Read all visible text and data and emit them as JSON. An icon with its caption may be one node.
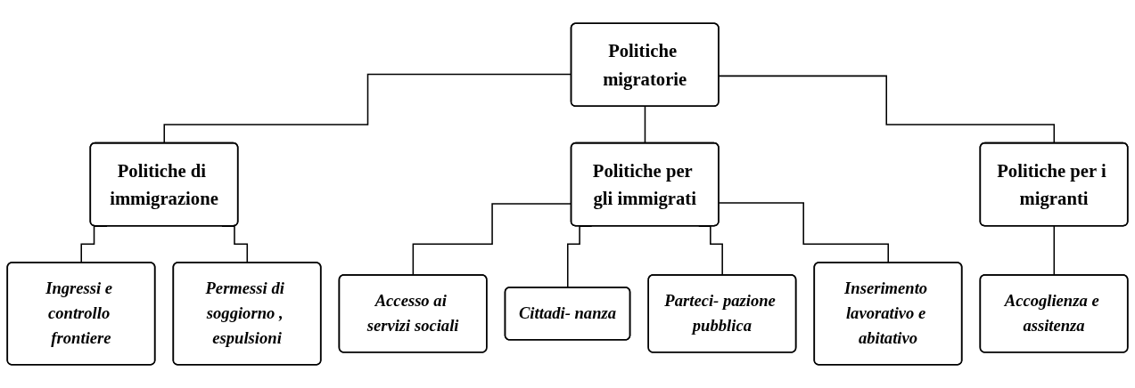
{
  "diagram": {
    "nodes": [
      {
        "text": [
          "Politiche migratorie"
        ]
      },
      {
        "text": [
          "Politiche di immigrazione"
        ]
      },
      {
        "text": [
          "Politiche per gli immigrati"
        ]
      },
      {
        "text": [
          "Politiche per i migranti"
        ]
      },
      {
        "text": [
          "Ingressi e controllo frontiere"
        ]
      },
      {
        "text": [
          "Permessi di soggiorno , espulsioni"
        ]
      },
      {
        "text": [
          "Accesso ai servizi sociali"
        ]
      },
      {
        "text": [
          "Cittadi- nanza"
        ]
      },
      {
        "text": [
          "Parteci- pazione pubblica"
        ]
      },
      {
        "text": [
          "Inserimento lavorativo e abitativo"
        ]
      },
      {
        "text": [
          "Accoglienza e assitenza"
        ]
      }
    ],
    "edges": [
      {
        "from": 0,
        "to": 1,
        "arrow": "none"
      },
      {
        "from": 0,
        "to": 2,
        "arrow": "none"
      },
      {
        "from": 0,
        "to": 3,
        "arrow": "none"
      },
      {
        "from": 1,
        "to": 4,
        "arrow": "none"
      },
      {
        "from": 1,
        "to": 5,
        "arrow": "none"
      },
      {
        "from": 2,
        "to": 6,
        "arrow": "none"
      },
      {
        "from": 2,
        "to": 7,
        "arrow": "none"
      },
      {
        "from": 2,
        "to": 8,
        "arrow": "none"
      },
      {
        "from": 2,
        "to": 9,
        "arrow": "none"
      },
      {
        "from": 3,
        "to": 10,
        "arrow": "none"
      }
    ]
  }
}
